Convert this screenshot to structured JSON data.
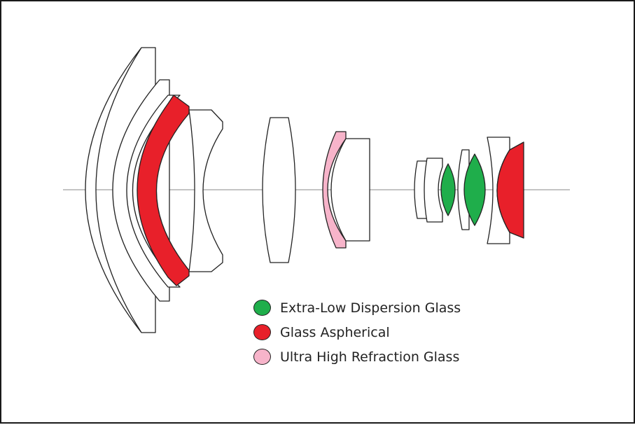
{
  "colors": {
    "extra_low_dispersion": "#1fae4b",
    "aspherical": "#e8202a",
    "ultra_high_refraction": "#f7b4ca",
    "plain_glass": "#ffffff",
    "outline": "#222222"
  },
  "legend": [
    {
      "label": "Extra-Low Dispersion Glass",
      "color": "#1fae4b"
    },
    {
      "label": "Glass Aspherical",
      "color": "#e8202a"
    },
    {
      "label": "Ultra High Refraction Glass",
      "color": "#f7b4ca"
    }
  ]
}
